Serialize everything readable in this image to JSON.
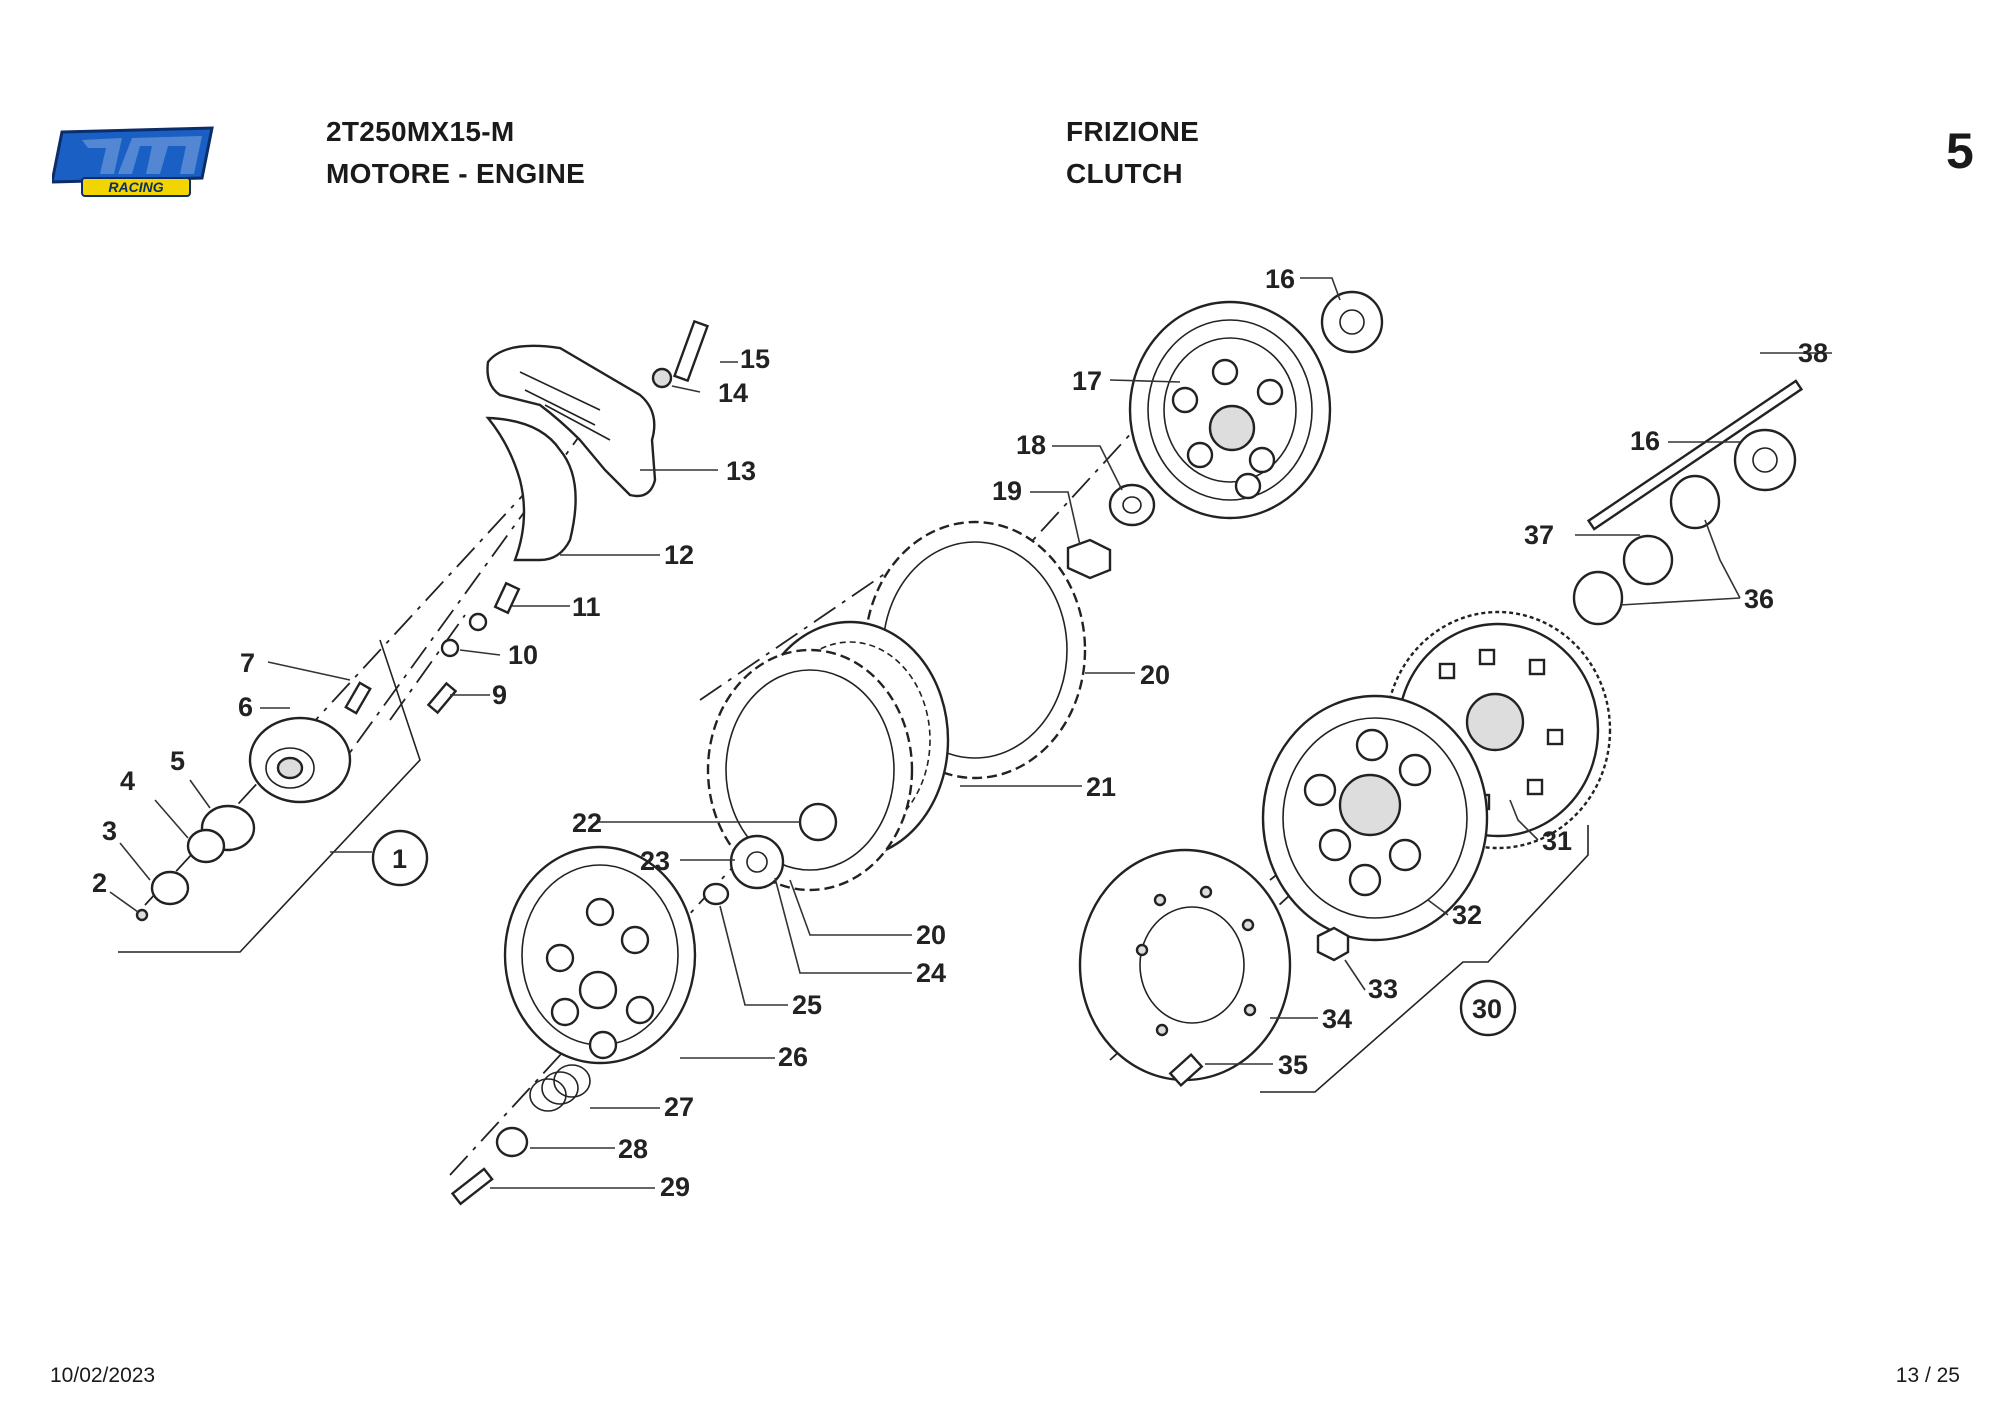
{
  "header": {
    "model": "2T250MX15-M",
    "section": "MOTORE - ENGINE",
    "title_it": "FRIZIONE",
    "title_en": "CLUTCH",
    "page_number": "5"
  },
  "logo": {
    "brand_text": "tm",
    "sub_text": "RACING",
    "colors": {
      "primary": "#1a5fc4",
      "accent": "#f2d400"
    }
  },
  "callouts": {
    "c1": "1",
    "c2": "2",
    "c3": "3",
    "c4": "4",
    "c5": "5",
    "c6": "6",
    "c7": "7",
    "c9": "9",
    "c10": "10",
    "c11": "11",
    "c12": "12",
    "c13": "13",
    "c14": "14",
    "c15": "15",
    "c16a": "16",
    "c16b": "16",
    "c17": "17",
    "c18": "18",
    "c19": "19",
    "c20a": "20",
    "c20b": "20",
    "c21": "21",
    "c22": "22",
    "c23": "23",
    "c24": "24",
    "c25": "25",
    "c26": "26",
    "c27": "27",
    "c28": "28",
    "c29": "29",
    "c30": "30",
    "c31": "31",
    "c32": "32",
    "c33": "33",
    "c34": "34",
    "c35": "35",
    "c36": "36",
    "c37": "37",
    "c38": "38"
  },
  "footer": {
    "date": "10/02/2023",
    "page_of": "13 / 25"
  }
}
